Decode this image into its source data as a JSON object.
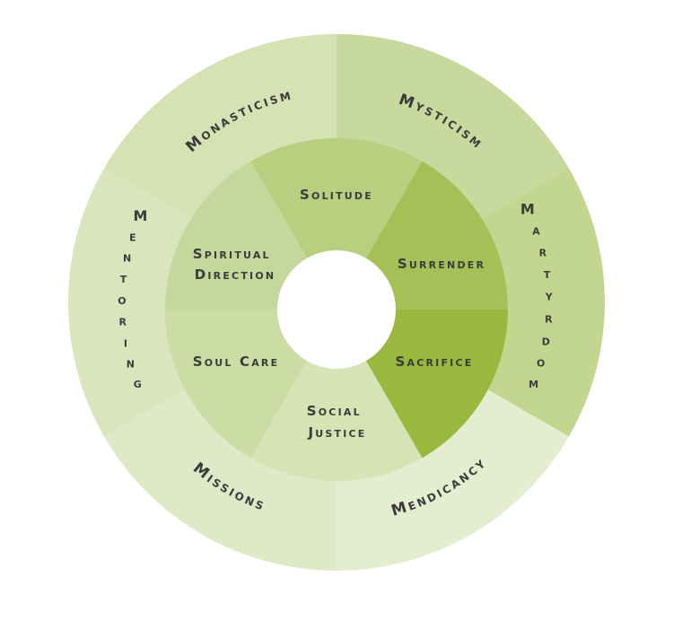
{
  "outer_ring": [
    {
      "label": "Mysticism",
      "color": "#c8d99d"
    },
    {
      "label": "Martyrdom",
      "color": "#c3d690"
    },
    {
      "label": "Mendicancy",
      "color": "#e4edd0"
    },
    {
      "label": "Missions",
      "color": "#dfe9c8"
    },
    {
      "label": "Mentoring",
      "color": "#d9e5bd"
    },
    {
      "label": "Monasticism",
      "color": "#d6e2b3"
    }
  ],
  "inner_ring": [
    {
      "label": "Solitude",
      "color": "#b8cf80"
    },
    {
      "label": "Surrender",
      "color": "#a4c057"
    },
    {
      "label": "Sacrifice",
      "color": "#98b83e"
    },
    {
      "label": "Social Justice",
      "line1": "Social",
      "line2": "Justice",
      "color": "#d6e3b5"
    },
    {
      "label": "Soul Care",
      "color": "#ccdca5"
    },
    {
      "label": "Spiritual Direction",
      "line1": "Spiritual",
      "line2": "Direction",
      "color": "#c5d89b"
    }
  ],
  "center_color": "#ffffff"
}
